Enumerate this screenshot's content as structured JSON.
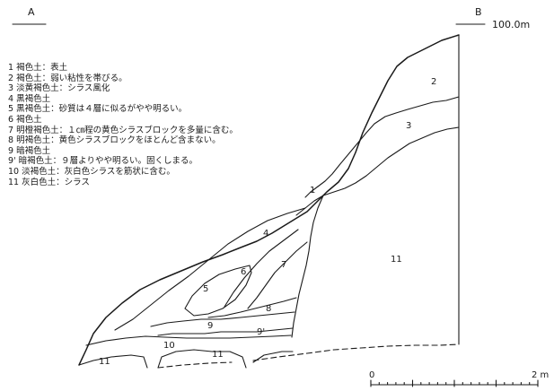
{
  "corners": {
    "left": "A",
    "right": "B",
    "elevation": "100.0m"
  },
  "legend": [
    "1 褐色土：表土",
    "2 褐色土：弱い粘性を帯びる。",
    "3 淡黄褐色土：シラス風化",
    "4 黒褐色土",
    "5 黒褐色土：砂質は４層に似るがやや明るい。",
    "6 褐色土",
    "7 明橙褐色土：１㎝程の黄色シラスブロックを多量に含む。",
    "8 明褐色土：黄色シラスブロックをほとんど含まない。",
    "9 暗褐色土",
    "9' 暗褐色土：９層よりやや明るい。固くしまる。",
    "10 淡褐色土：灰白色シラスを筋状に含む。",
    "11 灰白色土：シラス"
  ],
  "layer_labels": [
    "2",
    "3",
    "1",
    "4",
    "6",
    "7",
    "5",
    "8",
    "9",
    "9'",
    "10",
    "11",
    "11",
    "11"
  ],
  "scale": {
    "start": "0",
    "end": "2 m"
  }
}
